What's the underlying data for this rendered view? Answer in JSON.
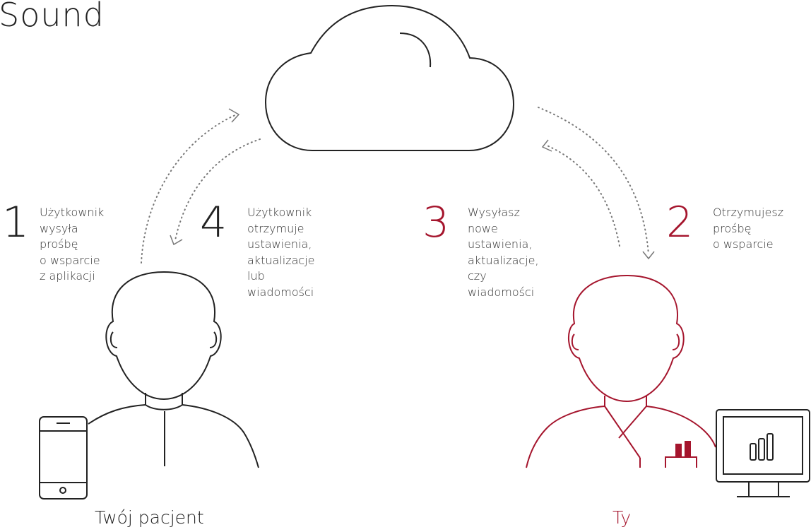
{
  "brand": "Sound",
  "steps": [
    {
      "number": "1",
      "text": "Użytkownik\nwysyła\nprośbę\no wsparcie\nz aplikacji"
    },
    {
      "number": "4",
      "text": "Użytkownik\notrzymuje\nustawienia,\naktualizacje\nlub\nwiadomości"
    },
    {
      "number": "3",
      "text": "Wysyłasz\nnowe\nustawienia,\naktualizacje,\nczy\nwiadomości"
    },
    {
      "number": "2",
      "text": "Otrzymujesz\nprośbę\no wsparcie"
    }
  ],
  "patient_label": "Twój pacjent",
  "you_label": "Ty",
  "colors": {
    "black": "#222222",
    "accent": "#a5152d",
    "gray": "#777777"
  }
}
